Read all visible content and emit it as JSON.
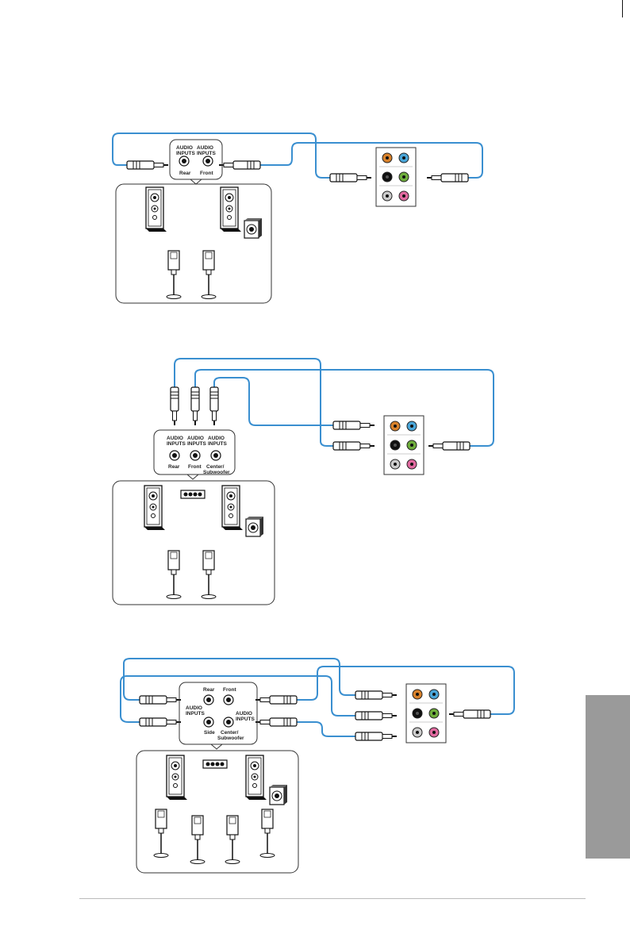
{
  "diagram1": {
    "labels": {
      "audio_inputs_left": "AUDIO\nINPUTS",
      "audio_inputs_right": "AUDIO\nINPUTS",
      "rear": "Rear",
      "front": "Front"
    }
  },
  "diagram2": {
    "labels": {
      "audio_inputs_1": "AUDIO\nINPUTS",
      "audio_inputs_2": "AUDIO\nINPUTS",
      "audio_inputs_3": "AUDIO\nINPUTS",
      "rear": "Rear",
      "front": "Front",
      "center_sub": "Center/\nSubwoofer"
    }
  },
  "diagram3": {
    "labels": {
      "rear": "Rear",
      "front": "Front",
      "audio_inputs_left": "AUDIO\nINPUTS",
      "audio_inputs_right": "AUDIO\nINPUTS",
      "side": "Side",
      "center_sub": "Center/\nSubwoofer"
    }
  },
  "colors": {
    "cable": "#3a8fd0",
    "jack_orange": "#d9822b",
    "jack_blue": "#4aa6d9",
    "jack_black": "#111111",
    "jack_green": "#6fae3c",
    "jack_gray": "#cccccc",
    "jack_pink": "#e16aa0",
    "side_tab": "#9a9a9a"
  }
}
